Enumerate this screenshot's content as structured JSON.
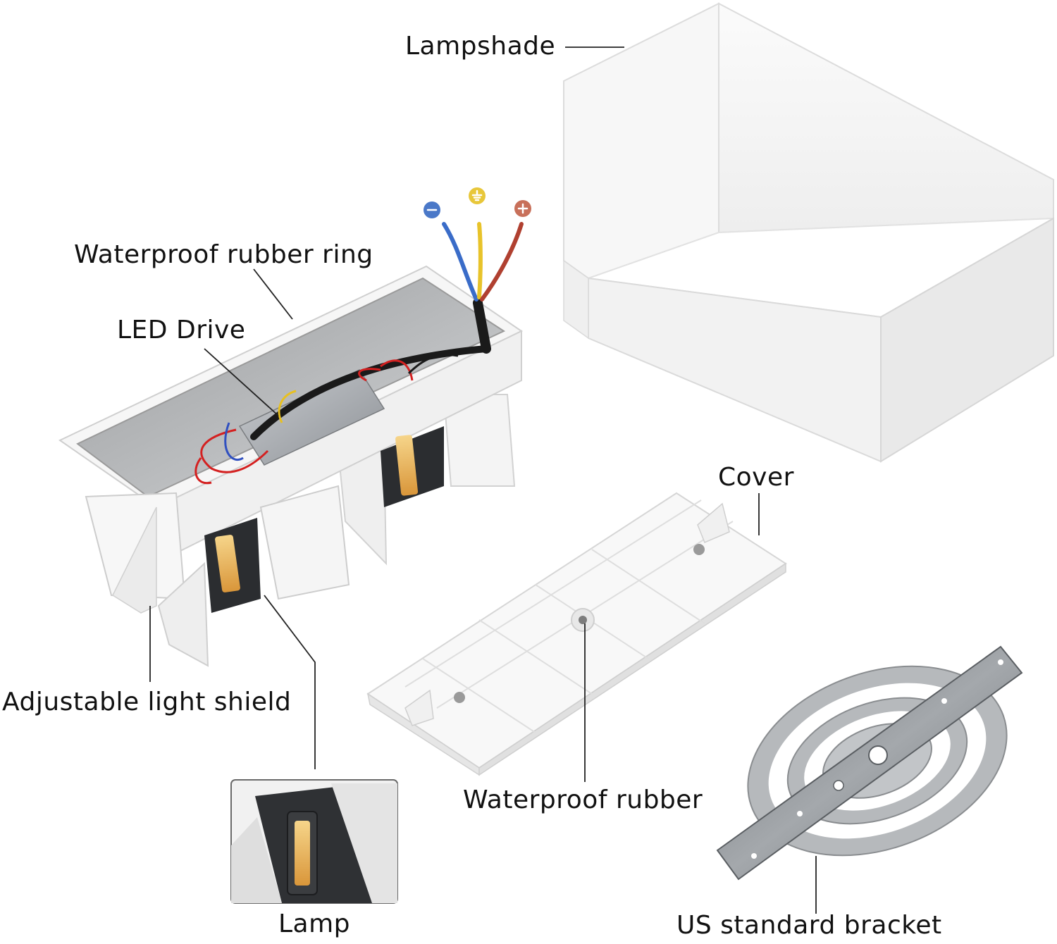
{
  "labels": {
    "lampshade": "Lampshade",
    "waterproof_rubber_ring": "Waterproof rubber ring",
    "led_drive": "LED Drive",
    "cover": "Cover",
    "adjustable_light_shield": "Adjustable light shield",
    "waterproof_rubber": "Waterproof rubber",
    "lamp": "Lamp",
    "us_standard_bracket": "US standard bracket"
  },
  "wire_terminals": [
    {
      "id": "negative",
      "color": "#4a78c8"
    },
    {
      "id": "ground",
      "color": "#e8c73a"
    },
    {
      "id": "positive",
      "color": "#c8705a"
    }
  ],
  "colors": {
    "leader_line": "#222222",
    "housing": "#f4f4f4",
    "led_warm": "#e9b04a",
    "bracket_steel": "#8a8d90"
  }
}
